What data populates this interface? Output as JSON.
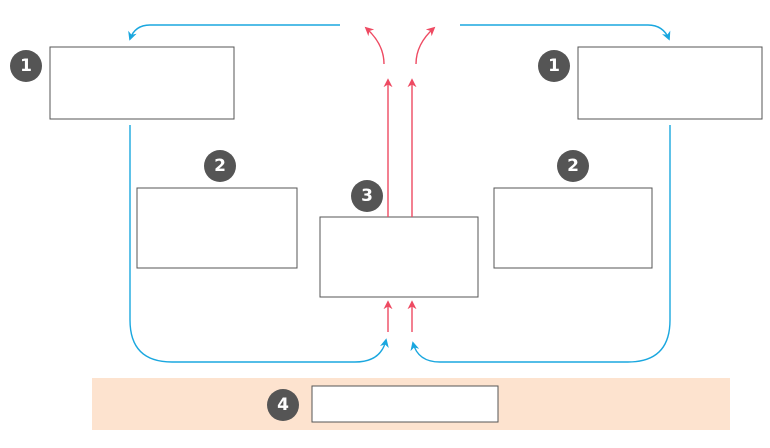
{
  "colors": {
    "blue_arrow": "#1aa7df",
    "red_arrow": "#ee4a62",
    "band_fill": "#fde3cf",
    "badge_fill": "#555555",
    "box_stroke": "#555555"
  },
  "badges": {
    "left_top": "1",
    "right_top": "1",
    "left_mid": "2",
    "right_mid": "2",
    "center": "3",
    "band": "4"
  }
}
